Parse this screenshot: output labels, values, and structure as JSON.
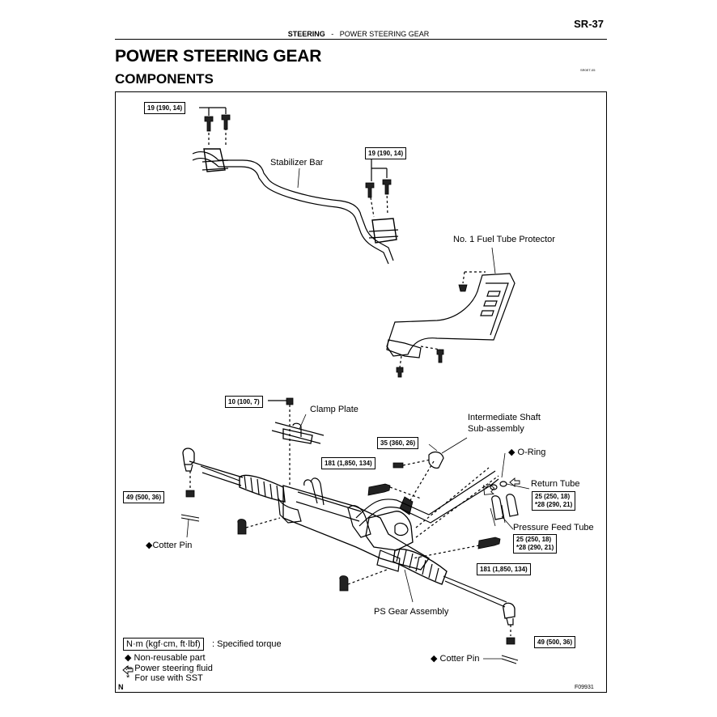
{
  "header": {
    "page_number": "SR-37",
    "section": "STEERING",
    "separator": "-",
    "subsection": "POWER STEERING GEAR",
    "title": "POWER STEERING GEAR",
    "subtitle": "COMPONENTS",
    "ref_code": "SR0ET-05"
  },
  "labels": {
    "stabilizer_bar": "Stabilizer Bar",
    "fuel_tube_protector": "No. 1 Fuel Tube Protector",
    "clamp_plate": "Clamp Plate",
    "intermediate_shaft_1": "Intermediate Shaft",
    "intermediate_shaft_2": "Sub-assembly",
    "o_ring": "O-Ring",
    "return_tube": "Return Tube",
    "pressure_feed_tube": "Pressure Feed Tube",
    "cotter_pin_left": "Cotter Pin",
    "cotter_pin_right": "Cotter Pin",
    "ps_gear_assembly": "PS Gear Assembly"
  },
  "torques": {
    "stab_left": "19 (190, 14)",
    "stab_right": "19 (190, 14)",
    "clamp": "10 (100, 7)",
    "shaft": "35 (360, 26)",
    "gear_upper": "181 (1,850, 134)",
    "gear_lower": "181 (1,850, 134)",
    "tie_rod_left": "49 (500, 36)",
    "tie_rod_right": "49 (500, 36)",
    "return_tube_1": "25 (250, 18)",
    "return_tube_2": "*28 (290, 21)",
    "feed_tube_1": "25 (250, 18)",
    "feed_tube_2": "*28 (290, 21)"
  },
  "legend": {
    "torque_box": "N·m (kgf·cm, ft·lbf)",
    "torque_text": ": Specified torque",
    "non_reusable": "Non-reusable part",
    "fluid": "Power steering fluid",
    "sst": "For use with SST",
    "diamond_symbol": "◆",
    "arrow_symbol": "⇦",
    "asterisk_symbol": "*"
  },
  "footer": {
    "corner_mark": "N",
    "figure_code": "F09931"
  },
  "symbols": {
    "diamond": "◆"
  }
}
